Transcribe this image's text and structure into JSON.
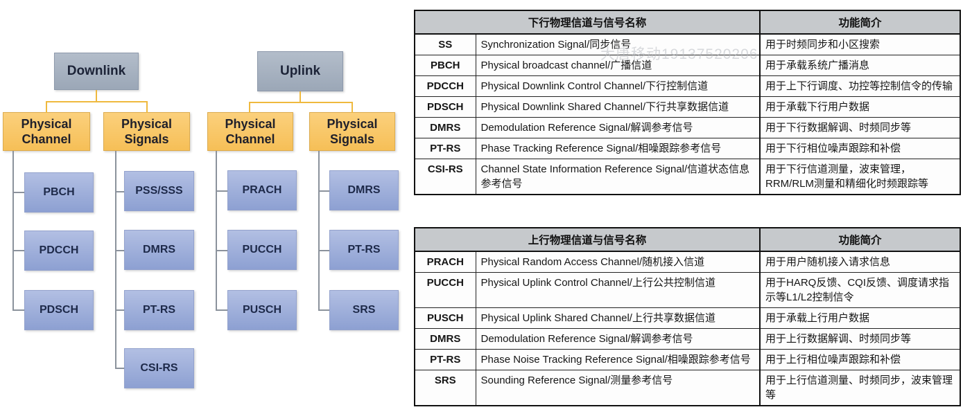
{
  "watermark": "大唐移动19137520206",
  "colors": {
    "root_box": "#9ba7b7",
    "branch_box": "#f6bf57",
    "leaf_box": "#8da0d2",
    "connector_yellow": "#efb93e",
    "connector_gray": "#8b929c",
    "table_header_bg": "#c6c9cc"
  },
  "trees": {
    "downlink": {
      "root": "Downlink",
      "branches": [
        {
          "label": "Physical Channel",
          "leaves": [
            "PBCH",
            "PDCCH",
            "PDSCH"
          ]
        },
        {
          "label": "Physical Signals",
          "leaves": [
            "PSS/SSS",
            "DMRS",
            "PT-RS",
            "CSI-RS"
          ]
        }
      ]
    },
    "uplink": {
      "root": "Uplink",
      "branches": [
        {
          "label": "Physical Channel",
          "leaves": [
            "PRACH",
            "PUCCH",
            "PUSCH"
          ]
        },
        {
          "label": "Physical Signals",
          "leaves": [
            "DMRS",
            "PT-RS",
            "SRS"
          ]
        }
      ]
    }
  },
  "tables": [
    {
      "name_header": "下行物理信道与信号名称",
      "function_header": "功能简介",
      "rows": [
        {
          "abbr": "SS",
          "name": "Synchronization Signal/同步信号",
          "function": "用于时频同步和小区搜索"
        },
        {
          "abbr": "PBCH",
          "name": "Physical broadcast channel/广播信道",
          "function": "用于承载系统广播消息"
        },
        {
          "abbr": "PDCCH",
          "name": "Physical Downlink Control Channel/下行控制信道",
          "function": "用于上下行调度、功控等控制信令的传输"
        },
        {
          "abbr": "PDSCH",
          "name": "Physical Downlink Shared Channel/下行共享数据信道",
          "function": "用于承载下行用户数据"
        },
        {
          "abbr": "DMRS",
          "name": "Demodulation Reference Signal/解调参考信号",
          "function": "用于下行数据解调、时频同步等"
        },
        {
          "abbr": "PT-RS",
          "name": "Phase Tracking Reference Signal/相噪跟踪参考信号",
          "function": "用于下行相位噪声跟踪和补偿"
        },
        {
          "abbr": "CSI-RS",
          "name": "Channel State Information Reference Signal/信道状态信息参考信号",
          "function": "用于下行信道测量，波束管理，RRM/RLM测量和精细化时频跟踪等"
        }
      ]
    },
    {
      "name_header": "上行物理信道与信号名称",
      "function_header": "功能简介",
      "rows": [
        {
          "abbr": "PRACH",
          "name": "Physical Random Access Channel/随机接入信道",
          "function": "用于用户随机接入请求信息"
        },
        {
          "abbr": "PUCCH",
          "name": "Physical Uplink Control Channel/上行公共控制信道",
          "function": "用于HARQ反馈、CQI反馈、调度请求指示等L1/L2控制信令"
        },
        {
          "abbr": "PUSCH",
          "name": "Physical Uplink Shared Channel/上行共享数据信道",
          "function": "用于承载上行用户数据"
        },
        {
          "abbr": "DMRS",
          "name": "Demodulation Reference Signal/解调参考信号",
          "function": "用于上行数据解调、时频同步等"
        },
        {
          "abbr": "PT-RS",
          "name": "Phase Noise Tracking Reference Signal/相噪跟踪参考信号",
          "function": "用于上行相位噪声跟踪和补偿"
        },
        {
          "abbr": "SRS",
          "name": "Sounding Reference Signal/测量参考信号",
          "function": "用于上行信道测量、时频同步，波束管理等"
        }
      ]
    }
  ]
}
